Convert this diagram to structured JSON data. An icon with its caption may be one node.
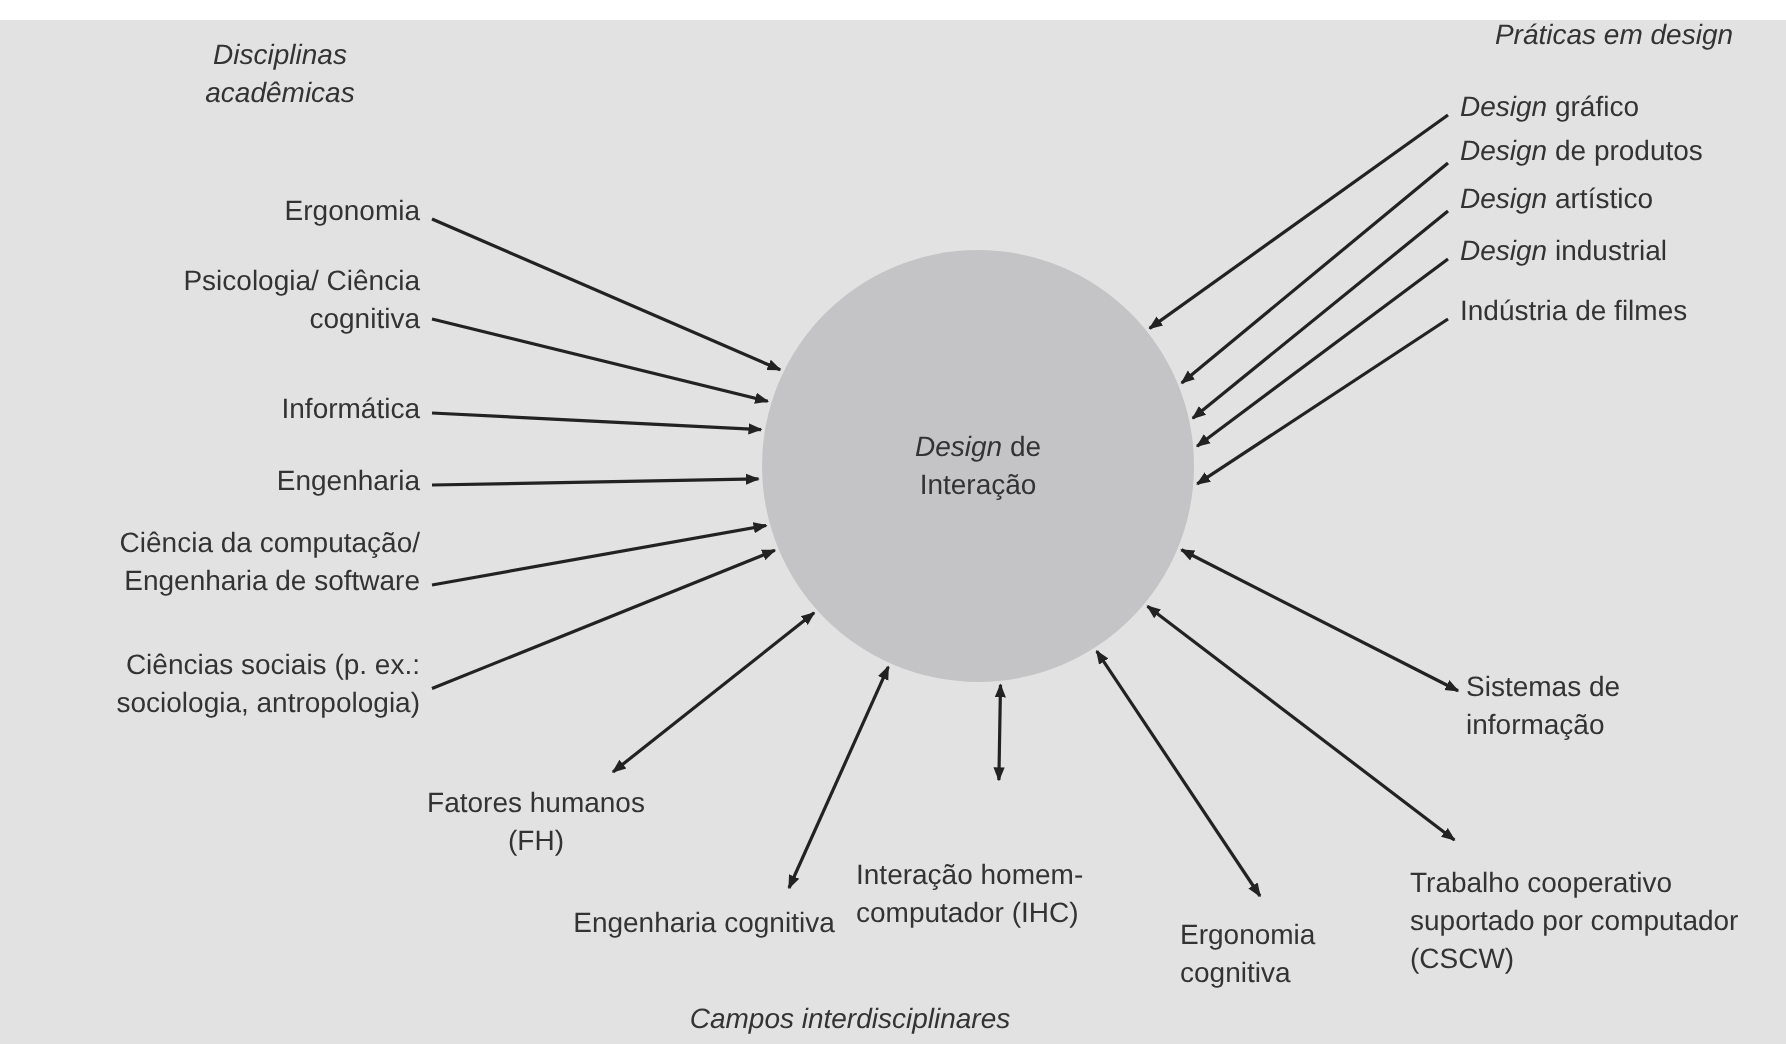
{
  "diagram": {
    "nodes": [
      {
        "text": [
          "*Design* de Interação"
        ]
      },
      {
        "text": [
          "Ergonomia"
        ]
      },
      {
        "text": [
          "Psicologia/ Ciência cognitiva"
        ]
      },
      {
        "text": [
          "Informática"
        ]
      },
      {
        "text": [
          "Engenharia"
        ]
      },
      {
        "text": [
          "Ciência da computação/ Engenharia de software"
        ]
      },
      {
        "text": [
          "Ciências sociais (p. ex.: sociologia, antropologia)"
        ]
      },
      {
        "text": [
          "Fatores humanos (FH)"
        ]
      },
      {
        "text": [
          "Engenharia cognitiva"
        ]
      },
      {
        "text": [
          "Interação homem-computador (IHC)"
        ]
      },
      {
        "text": [
          "Ergonomia cognitiva"
        ]
      },
      {
        "text": [
          "Trabalho cooperativo suportado por computador (CSCW)"
        ]
      },
      {
        "text": [
          "Sistemas de informação"
        ]
      },
      {
        "text": [
          "*Design* gráfico"
        ]
      },
      {
        "text": [
          "*Design* de produtos"
        ]
      },
      {
        "text": [
          "*Design* artístico"
        ]
      },
      {
        "text": [
          "*Design* industrial"
        ]
      },
      {
        "text": [
          "Indústria de filmes"
        ]
      }
    ],
    "edges": [
      {
        "from": 1,
        "to": 0,
        "arrow": "to"
      },
      {
        "from": 2,
        "to": 0,
        "arrow": "to"
      },
      {
        "from": 3,
        "to": 0,
        "arrow": "to"
      },
      {
        "from": 4,
        "to": 0,
        "arrow": "to"
      },
      {
        "from": 5,
        "to": 0,
        "arrow": "to"
      },
      {
        "from": 6,
        "to": 0,
        "arrow": "to"
      },
      {
        "from": 7,
        "to": 0,
        "arrow": "both"
      },
      {
        "from": 8,
        "to": 0,
        "arrow": "both"
      },
      {
        "from": 9,
        "to": 0,
        "arrow": "both"
      },
      {
        "from": 10,
        "to": 0,
        "arrow": "both"
      },
      {
        "from": 11,
        "to": 0,
        "arrow": "both"
      },
      {
        "from": 12,
        "to": 0,
        "arrow": "both"
      },
      {
        "from": 13,
        "to": 0,
        "arrow": "to"
      },
      {
        "from": 14,
        "to": 0,
        "arrow": "to"
      },
      {
        "from": 15,
        "to": 0,
        "arrow": "to"
      },
      {
        "from": 16,
        "to": 0,
        "arrow": "to"
      },
      {
        "from": 17,
        "to": 0,
        "arrow": "to"
      }
    ],
    "labels": [
      "Disciplinas acadêmicas",
      "Práticas em design",
      "Campos interdisciplinares"
    ]
  }
}
